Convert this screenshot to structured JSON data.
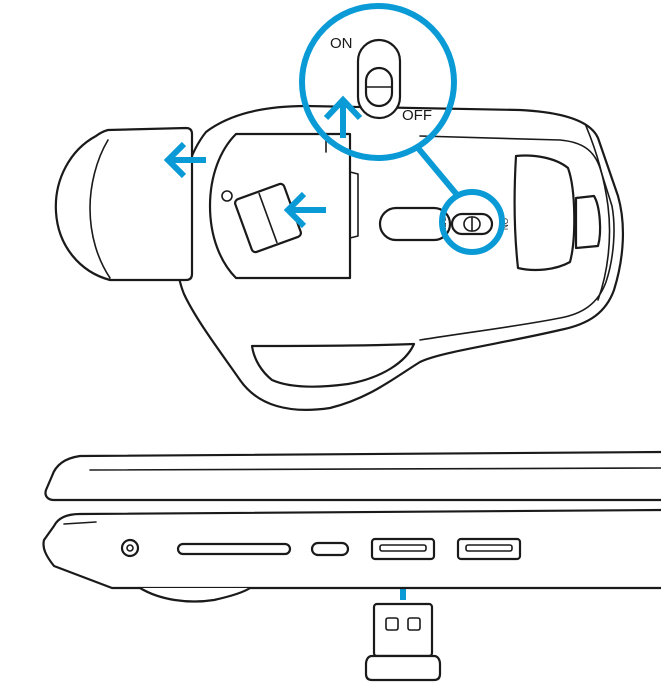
{
  "colors": {
    "accent": "#0a9bd6",
    "line": "#1a1a1a",
    "background": "#ffffff"
  },
  "switch": {
    "on_label": "ON",
    "off_label": "OFF",
    "small_on_label": "ON",
    "small_off_label": "OFF"
  },
  "icons": {
    "zoom_callout": "magnifier-circle-icon",
    "arrow": "arrow-icon"
  }
}
